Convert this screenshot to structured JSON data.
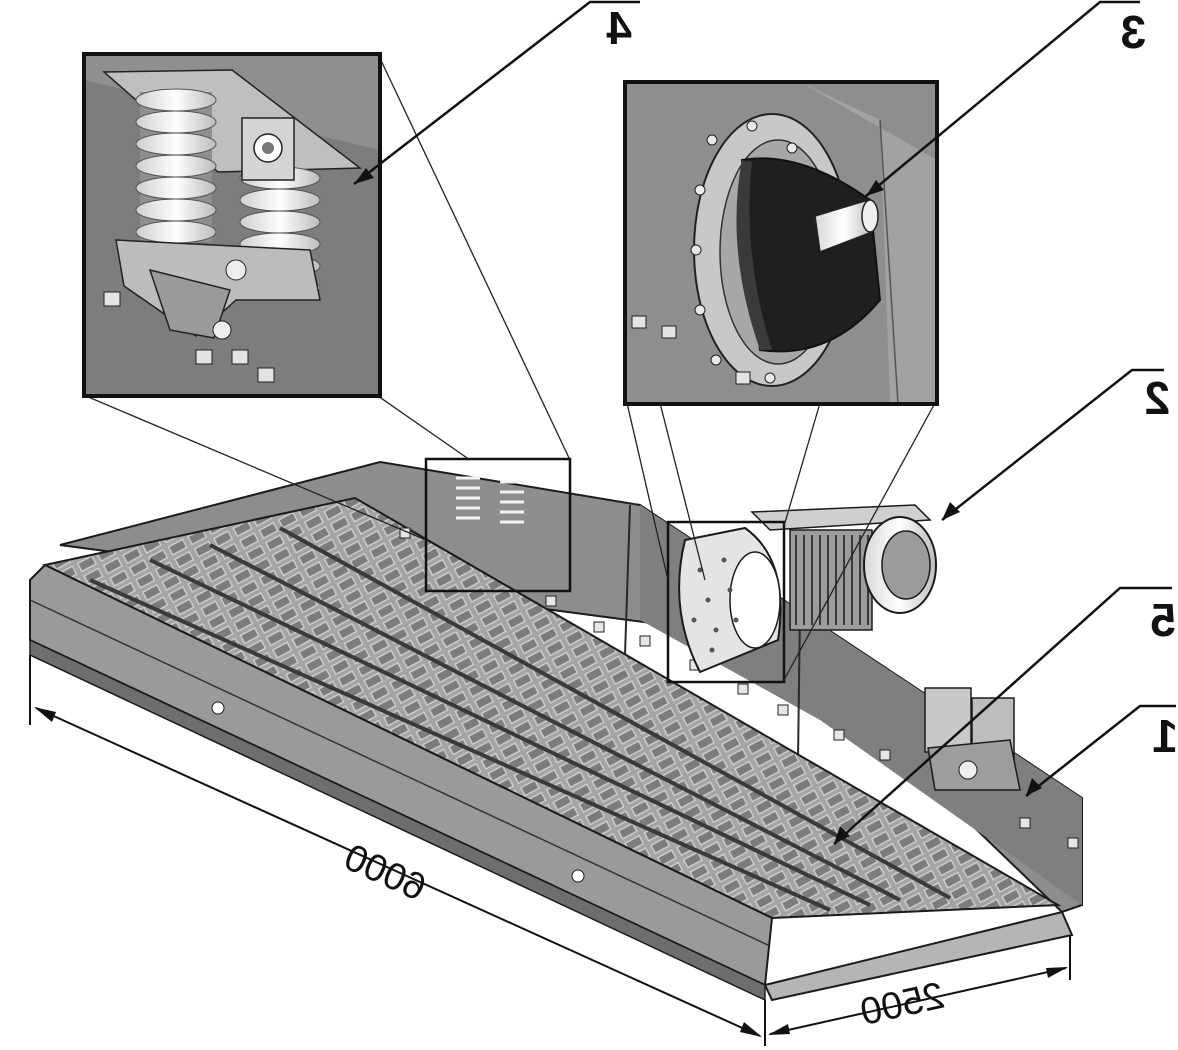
{
  "callouts": {
    "frame": "1",
    "deck": "2",
    "drive_shaft": "3",
    "spring_suspension": "4",
    "motor": "5"
  },
  "dimensions": {
    "length": "6000",
    "width": "2500"
  },
  "colors": {
    "steel": "#8a8a8a",
    "steel_dark": "#5e5e5e",
    "steel_light": "#b8b8b8",
    "mesh": "#a9a9a9",
    "frame_line": "#111111"
  }
}
